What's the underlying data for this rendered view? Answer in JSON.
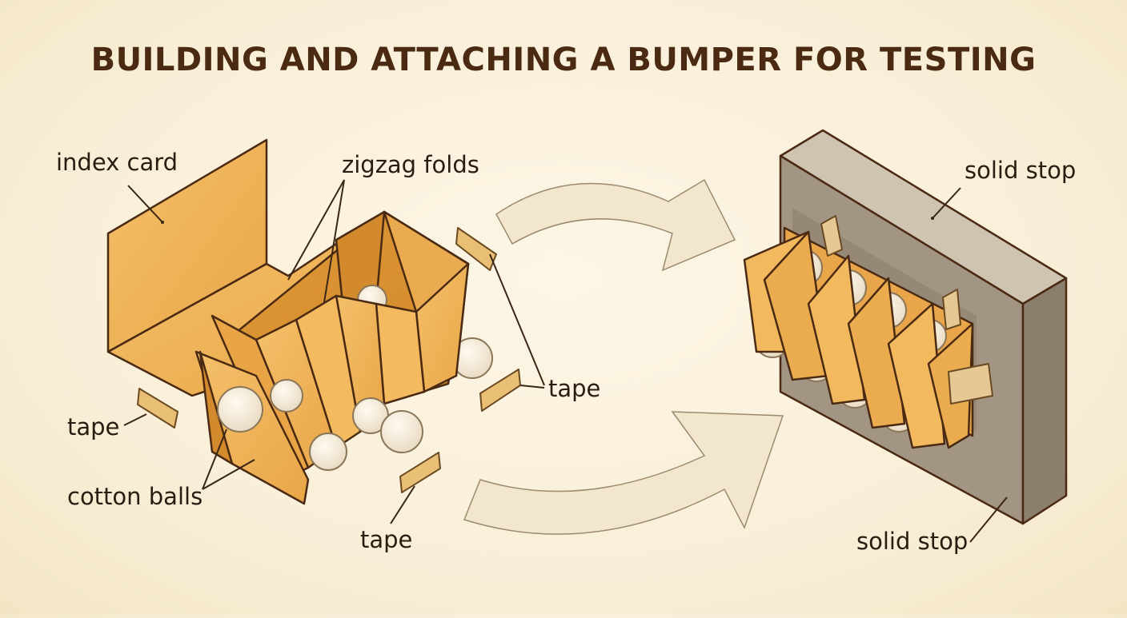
{
  "title": "BUILDING AND ATTACHING A BUMPER FOR TESTING",
  "labels": {
    "index_card": "index card",
    "zigzag_folds": "zigzag folds",
    "tape_left": "tape",
    "tape_right": "tape",
    "tape_bottom": "tape",
    "cotton_balls": "cotton balls",
    "solid_stop_top": "solid stop",
    "solid_stop_bottom": "solid stop"
  },
  "colors": {
    "background": "#f9efd9",
    "card": "#f0b558",
    "card_shadow": "#d9922e",
    "outline": "#4a2a12",
    "cotton": "#f6ecd8",
    "arrow": "#f2e6cd",
    "stop_front": "#a39584",
    "stop_top": "#cfc3b2",
    "tape": "#e9bf76"
  }
}
